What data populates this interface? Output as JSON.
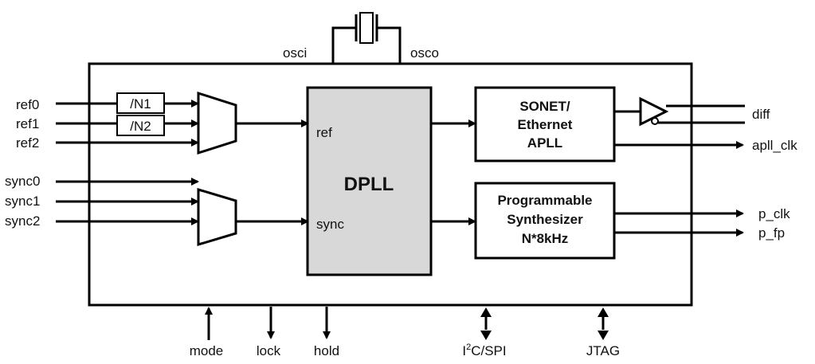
{
  "colors": {
    "line": "#000000",
    "dpll_fill": "#d8d8d8",
    "background": "#ffffff"
  },
  "labels": {
    "osci": "osci",
    "osco": "osco",
    "inputs": [
      "ref0",
      "ref1",
      "ref2",
      "sync0",
      "sync1",
      "sync2"
    ],
    "dividers": [
      "/N1",
      "/N2"
    ],
    "dpll_title": "DPLL",
    "dpll_ref": "ref",
    "dpll_sync": "sync",
    "apll_lines": [
      "SONET/",
      "Ethernet",
      "APLL"
    ],
    "synth_lines": [
      "Programmable",
      "Synthesizer",
      "N*8kHz"
    ],
    "outputs": [
      "diff",
      "apll_clk",
      "p_clk",
      "p_fp"
    ],
    "bottom": [
      "mode",
      "lock",
      "hold",
      "JTAG"
    ],
    "i2c_prefix": "I",
    "i2c_sup": "2",
    "i2c_suffix": "C/SPI"
  }
}
